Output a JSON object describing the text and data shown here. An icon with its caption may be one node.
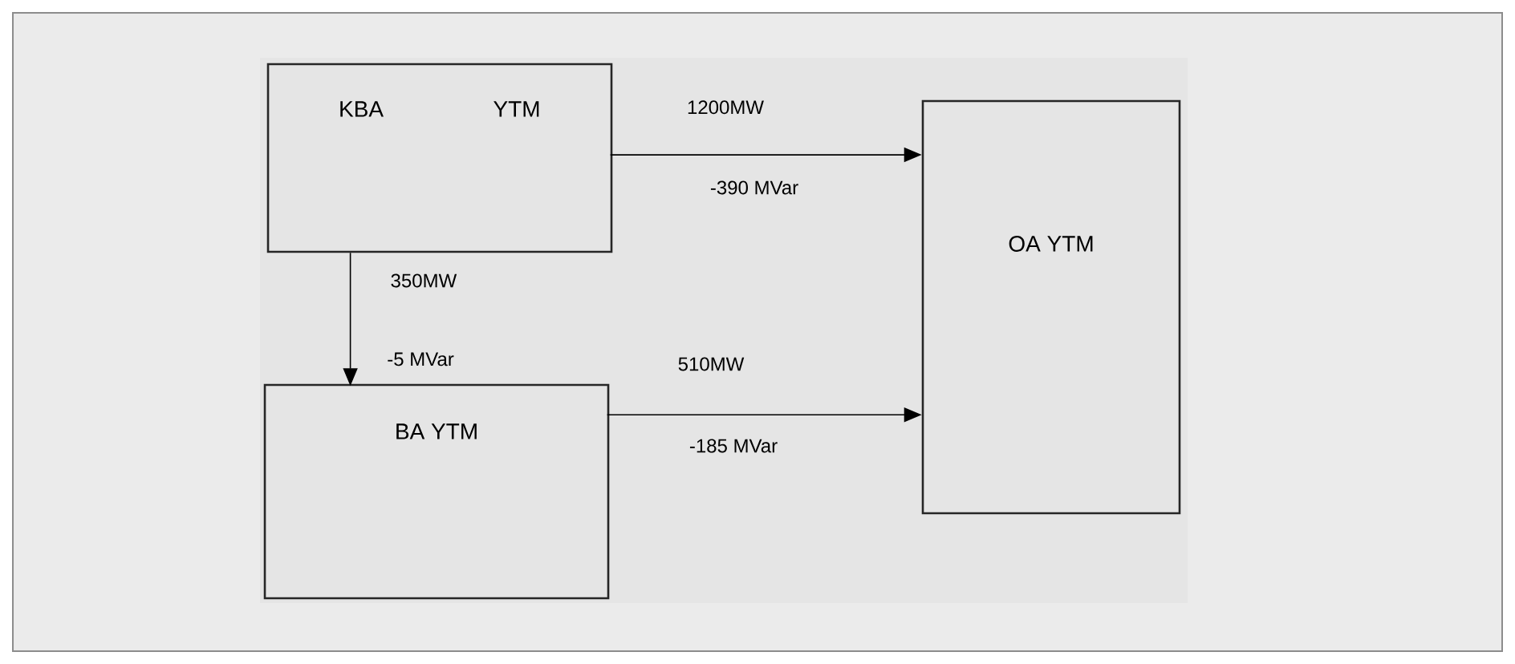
{
  "diagram": {
    "nodes": [
      {
        "text": [
          "KBA",
          "YTM"
        ]
      },
      {
        "text": [
          "BA YTM"
        ]
      },
      {
        "text": [
          "OA YTM"
        ]
      }
    ],
    "edges": [
      {
        "from": 0,
        "to": 2,
        "arrow": "to",
        "label": "1200MW"
      },
      {
        "from": 0,
        "to": 1,
        "arrow": "to",
        "label": "350MW"
      },
      {
        "from": 1,
        "to": 2,
        "arrow": "to",
        "label": "510MW"
      }
    ],
    "labels": [
      "-390 MVar",
      "-5 MVar",
      "-185 MVar"
    ]
  }
}
